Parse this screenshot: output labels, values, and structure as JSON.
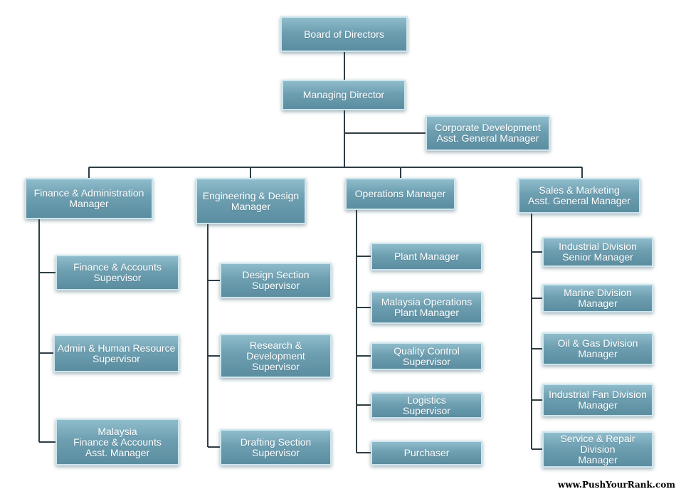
{
  "nodes": {
    "board": "Board of Directors",
    "md": "Managing Director",
    "corp_dev": "Corporate Development\nAsst. General Manager",
    "finance_admin": "Finance & Administration\nManager",
    "engineering": "Engineering & Design\nManager",
    "operations": "Operations Manager",
    "sales": "Sales & Marketing\nAsst. General Manager",
    "fin_accounts": "Finance & Accounts\nSupervisor",
    "admin_hr": "Admin & Human Resource\nSupervisor",
    "my_finance": "Malaysia\nFinance & Accounts\nAsst. Manager",
    "design_section": "Design Section\nSupervisor",
    "rnd": "Research &\nDevelopment\nSupervisor",
    "drafting": "Drafting Section\nSupervisor",
    "plant_mgr": "Plant Manager",
    "my_ops_plant": "Malaysia Operations\nPlant Manager",
    "qc": "Quality Control\nSupervisor",
    "logistics": "Logistics\nSupervisor",
    "purchaser": "Purchaser",
    "industrial_div": "Industrial Division\nSenior Manager",
    "marine_div": "Marine Division\nManager",
    "oil_gas_div": "Oil & Gas Division\nManager",
    "ind_fan_div": "Industrial Fan Division\nManager",
    "service_repair": "Service & Repair\nDivision\nManager"
  },
  "watermark": "www.PushYourRank.com",
  "colors": {
    "box": "#6d9fb1",
    "box_border": "#cfe6ee",
    "line": "#2f3d44",
    "text": "#ffffff"
  }
}
